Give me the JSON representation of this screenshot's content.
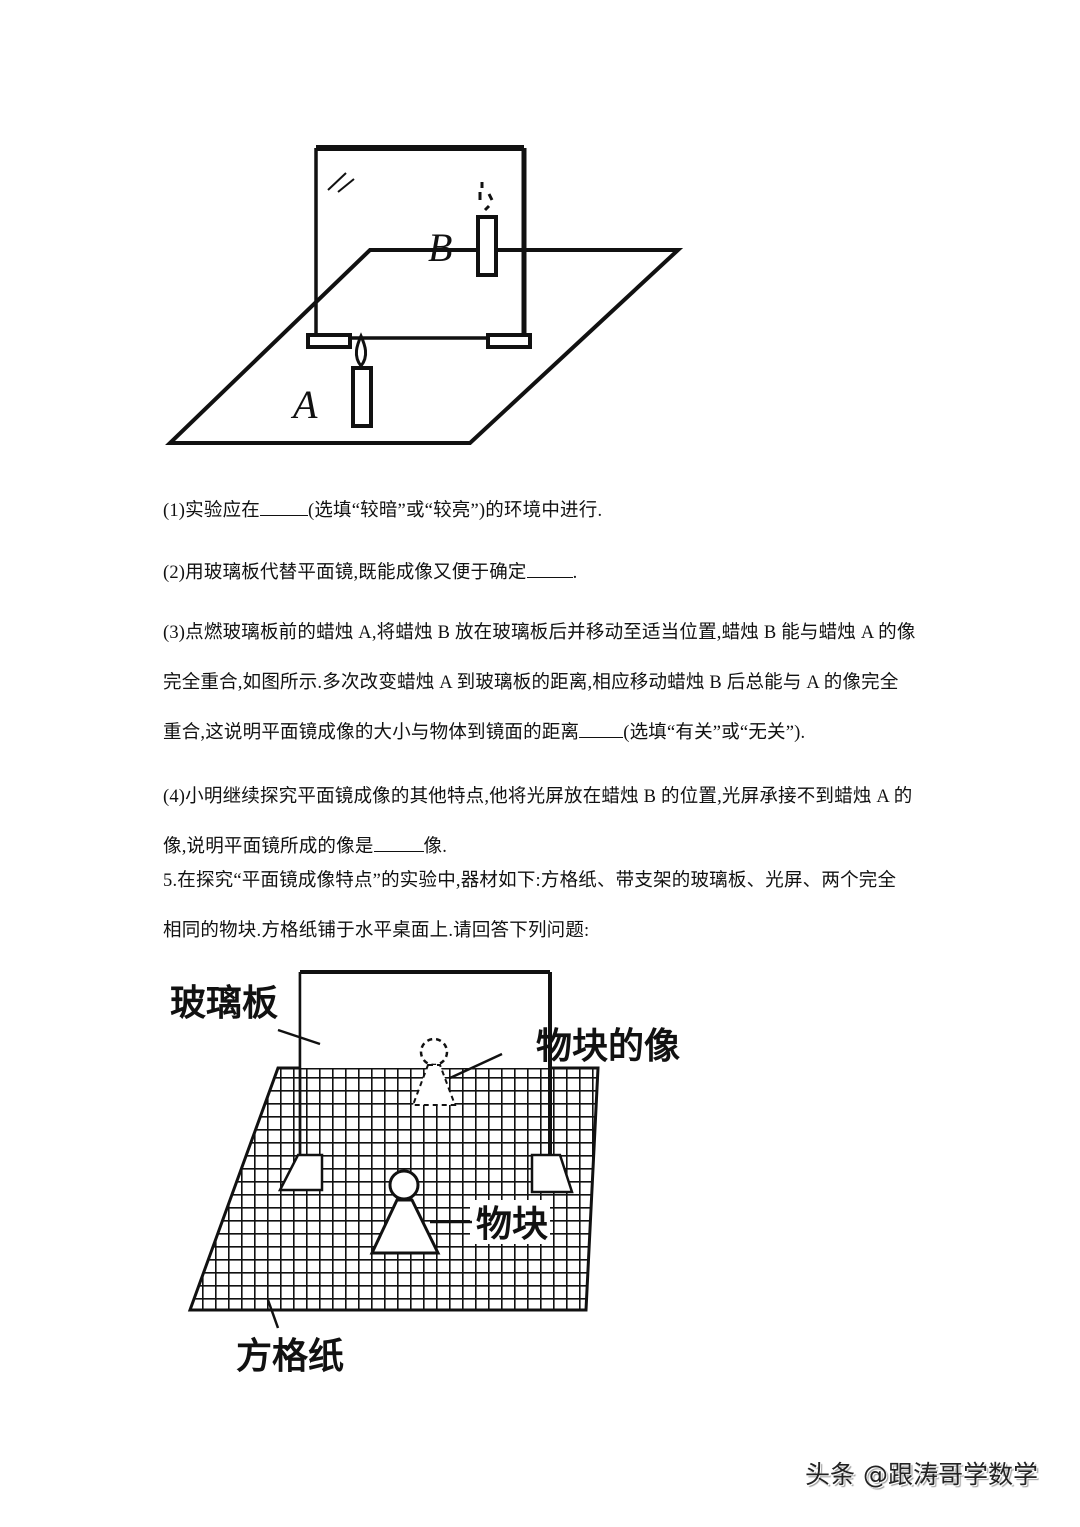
{
  "figure1": {
    "label_a": "A",
    "label_b": "B"
  },
  "questions": [
    {
      "id": "q1",
      "before": "(1)实验应在",
      "after": "(选填“较暗”或“较亮”)的环境中进行."
    },
    {
      "id": "q2",
      "before": "(2)用玻璃板代替平面镜,既能成像又便于确定",
      "after": "."
    },
    {
      "id": "q3",
      "line1": "(3)点燃玻璃板前的蜡烛 A,将蜡烛 B 放在玻璃板后并移动至适当位置,蜡烛 B 能与蜡烛 A 的像",
      "line2": "完全重合,如图所示.多次改变蜡烛 A 到玻璃板的距离,相应移动蜡烛 B 后总能与 A 的像完全",
      "line3_before": "重合,这说明平面镜成像的大小与物体到镜面的距离",
      "line3_after": "(选填“有关”或“无关”)."
    },
    {
      "id": "q4",
      "line1": "(4)小明继续探究平面镜成像的其他特点,他将光屏放在蜡烛 B 的位置,光屏承接不到蜡烛 A 的",
      "line2_before": "像,说明平面镜所成的像是",
      "line2_after": "像."
    }
  ],
  "problem5": {
    "line1": "5.在探究“平面镜成像特点”的实验中,器材如下:方格纸、带支架的玻璃板、光屏、两个完全",
    "line2": "相同的物块.方格纸铺于水平桌面上.请回答下列问题:"
  },
  "figure2": {
    "label_glass": "玻璃板",
    "label_image": "物块的像",
    "label_block": "物块",
    "label_grid": "方格纸"
  },
  "watermark": "头条 @跟涛哥学数学"
}
